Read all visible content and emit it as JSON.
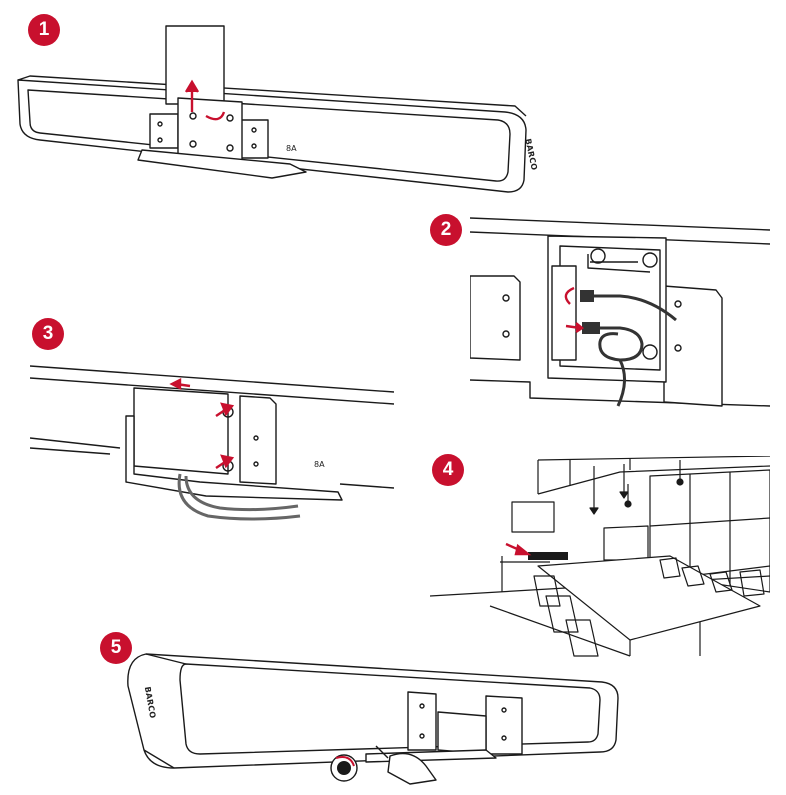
{
  "steps": [
    {
      "number": "1"
    },
    {
      "number": "2"
    },
    {
      "number": "3"
    },
    {
      "number": "4"
    },
    {
      "number": "5"
    }
  ],
  "device": {
    "brand_label": "BARCO",
    "port_glyph": "8A"
  },
  "colors": {
    "accent": "#c8102e",
    "line": "#1a1a1a",
    "cable": "#555555"
  }
}
